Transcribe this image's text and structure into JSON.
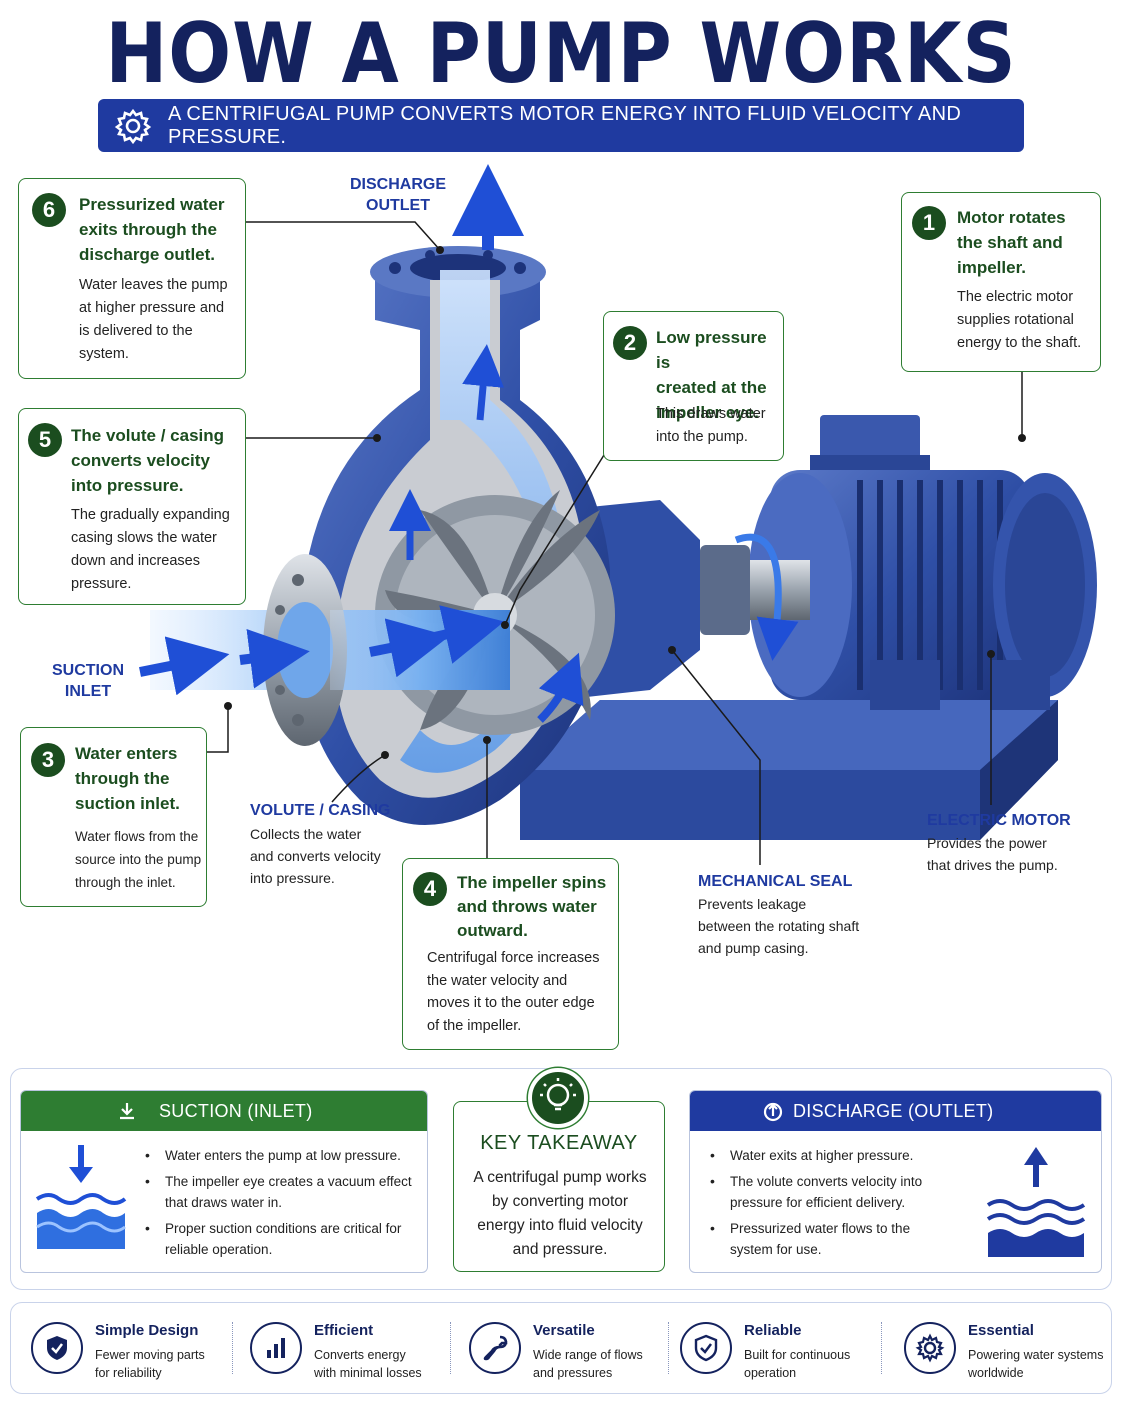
{
  "title": "HOW A PUMP WORKS",
  "subtitle": "A CENTRIFUGAL PUMP CONVERTS MOTOR ENERGY INTO FLUID VELOCITY AND PRESSURE.",
  "labels": {
    "discharge_outlet": [
      "DISCHARGE",
      "OUTLET"
    ],
    "suction_inlet": [
      "SUCTION",
      "INLET"
    ],
    "volute_casing": "VOLUTE / CASING",
    "volute_casing_desc": [
      "Collects the water",
      "and converts velocity",
      "into pressure."
    ],
    "mechanical_seal": "MECHANICAL SEAL",
    "mechanical_seal_desc": [
      "Prevents leakage",
      "between the rotating shaft",
      "and pump casing."
    ],
    "electric_motor": "ELECTRIC MOTOR",
    "electric_motor_desc": [
      "Provides the power",
      "that drives the pump."
    ]
  },
  "steps": [
    {
      "num": "1",
      "head": [
        "Motor rotates",
        "the shaft and",
        "impeller."
      ],
      "body": [
        "The electric motor",
        "supplies rotational",
        "energy to the shaft."
      ]
    },
    {
      "num": "2",
      "head": [
        "Low pressure is",
        "created at the",
        "impeller eye."
      ],
      "body": [
        "This draws water",
        "into the pump."
      ]
    },
    {
      "num": "3",
      "head": [
        "Water enters",
        "through the",
        "suction inlet."
      ],
      "body": [
        "Water flows from the",
        "source into the pump",
        "through the inlet."
      ]
    },
    {
      "num": "4",
      "head": [
        "The impeller spins",
        "and throws water",
        "outward."
      ],
      "body": [
        "Centrifugal force increases",
        "the water velocity and",
        "moves it to the outer edge",
        "of the impeller."
      ]
    },
    {
      "num": "5",
      "head": [
        "The volute / casing",
        "converts velocity",
        "into pressure."
      ],
      "body": [
        "The gradually expanding",
        "casing slows the water",
        "down and increases",
        "pressure."
      ]
    },
    {
      "num": "6",
      "head": [
        "Pressurized water",
        "exits through the",
        "discharge outlet."
      ],
      "body": [
        "Water leaves the pump",
        "at higher pressure and",
        "is delivered to the",
        "system."
      ]
    }
  ],
  "suction_panel": {
    "title": "SUCTION (INLET)",
    "items": [
      [
        "Water enters the pump at low pressure."
      ],
      [
        "The impeller eye creates a vacuum effect",
        "that draws water in."
      ],
      [
        "Proper suction conditions are critical for",
        "reliable operation."
      ]
    ]
  },
  "takeaway": {
    "title": "KEY TAKEAWAY",
    "body": [
      "A centrifugal pump works",
      "by converting motor",
      "energy into fluid velocity",
      "and pressure."
    ]
  },
  "discharge_panel": {
    "title": "DISCHARGE (OUTLET)",
    "items": [
      [
        "Water exits at higher pressure."
      ],
      [
        "The volute converts velocity into",
        "pressure for efficient delivery."
      ],
      [
        "Pressurized water flows to the",
        "system for use."
      ]
    ]
  },
  "features": [
    {
      "title": "Simple Design",
      "desc": [
        "Fewer moving parts",
        "for reliability"
      ],
      "icon": "shield-check-icon"
    },
    {
      "title": "Efficient",
      "desc": [
        "Converts energy",
        "with minimal losses"
      ],
      "icon": "bar-chart-icon"
    },
    {
      "title": "Versatile",
      "desc": [
        "Wide range of flows",
        "and pressures"
      ],
      "icon": "wrench-icon"
    },
    {
      "title": "Reliable",
      "desc": [
        "Built for continuous",
        "operation"
      ],
      "icon": "shield-check-icon"
    },
    {
      "title": "Essential",
      "desc": [
        "Powering water systems",
        "worldwide"
      ],
      "icon": "gear-icon"
    }
  ],
  "colors": {
    "navy": "#14225e",
    "blue": "#1f3aa0",
    "green": "#1b4d1f",
    "green_border": "#2e7d32",
    "water": "#4a8fe0",
    "steel": "#9aa3ad"
  }
}
